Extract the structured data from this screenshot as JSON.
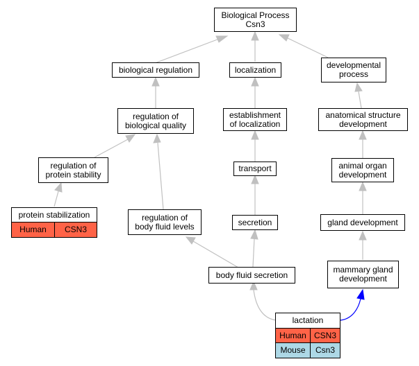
{
  "nodes": {
    "root": "Biological Process\nCsn3",
    "bio_reg": "biological regulation",
    "localization": "localization",
    "dev_proc": "developmental\nprocess",
    "reg_bio_quality": "regulation of\nbiological quality",
    "est_localization": "establishment\nof localization",
    "anat_struct": "anatomical structure\ndevelopment",
    "reg_prot_stab": "regulation of\nprotein stability",
    "transport": "transport",
    "animal_organ": "animal organ\ndevelopment",
    "prot_stab": "protein stabilization",
    "reg_body_fluid": "regulation of\nbody fluid levels",
    "secretion": "secretion",
    "gland_dev": "gland development",
    "body_fluid_sec": "body fluid secretion",
    "mammary": "mammary gland\ndevelopment",
    "lactation": "lactation"
  },
  "gene_tables": {
    "prot_stab": [
      {
        "species": "Human",
        "gene": "CSN3",
        "color": "#ff6347"
      }
    ],
    "lactation": [
      {
        "species": "Human",
        "gene": "CSN3",
        "color": "#ff6347"
      },
      {
        "species": "Mouse",
        "gene": "Csn3",
        "color": "#add8e6"
      }
    ]
  },
  "edge_colors": {
    "default": "#c0c0c0",
    "highlight": "#0000ff"
  }
}
